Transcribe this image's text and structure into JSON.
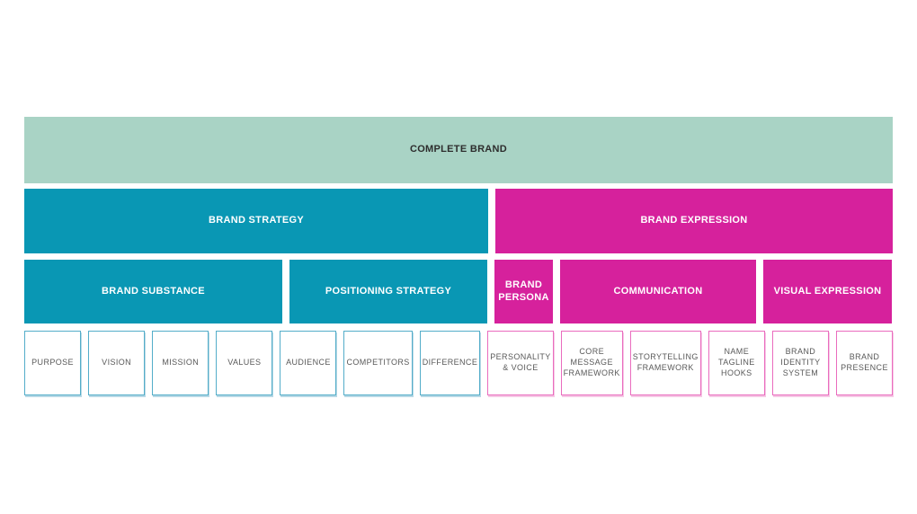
{
  "colors": {
    "root_bg": "#a9d3c5",
    "strategy_bg": "#0997b4",
    "expression_bg": "#d6219c",
    "root_text": "#2d2d2d",
    "banner_text": "#ffffff",
    "leaf_text": "#595959",
    "leaf_border_teal": "#53adc9",
    "leaf_border_pink": "#ea6cbe"
  },
  "diagram": {
    "root": {
      "label": "COMPLETE BRAND"
    },
    "level2": [
      {
        "label": "BRAND STRATEGY",
        "theme": "teal"
      },
      {
        "label": "BRAND EXPRESSION",
        "theme": "magenta"
      }
    ],
    "level3": [
      {
        "label": "BRAND SUBSTANCE",
        "theme": "teal"
      },
      {
        "label": "POSITIONING STRATEGY",
        "theme": "teal"
      },
      {
        "label": "BRAND\nPERSONA",
        "theme": "magenta"
      },
      {
        "label": "COMMUNICATION",
        "theme": "magenta"
      },
      {
        "label": "VISUAL EXPRESSION",
        "theme": "magenta"
      }
    ],
    "level4": [
      {
        "label": "PURPOSE",
        "theme": "teal"
      },
      {
        "label": "VISION",
        "theme": "teal"
      },
      {
        "label": "MISSION",
        "theme": "teal"
      },
      {
        "label": "VALUES",
        "theme": "teal"
      },
      {
        "label": "AUDIENCE",
        "theme": "teal"
      },
      {
        "label": "COMPETITORS",
        "theme": "teal"
      },
      {
        "label": "DIFFERENCE",
        "theme": "teal"
      },
      {
        "label": "PERSONALITY\n& VOICE",
        "theme": "magenta"
      },
      {
        "label": "CORE\nMESSAGE\nFRAMEWORK",
        "theme": "magenta"
      },
      {
        "label": "STORYTELLING\nFRAMEWORK",
        "theme": "magenta"
      },
      {
        "label": "NAME\nTAGLINE\nHOOKS",
        "theme": "magenta"
      },
      {
        "label": "BRAND\nIDENTITY\nSYSTEM",
        "theme": "magenta"
      },
      {
        "label": "BRAND\nPRESENCE",
        "theme": "magenta"
      }
    ]
  }
}
